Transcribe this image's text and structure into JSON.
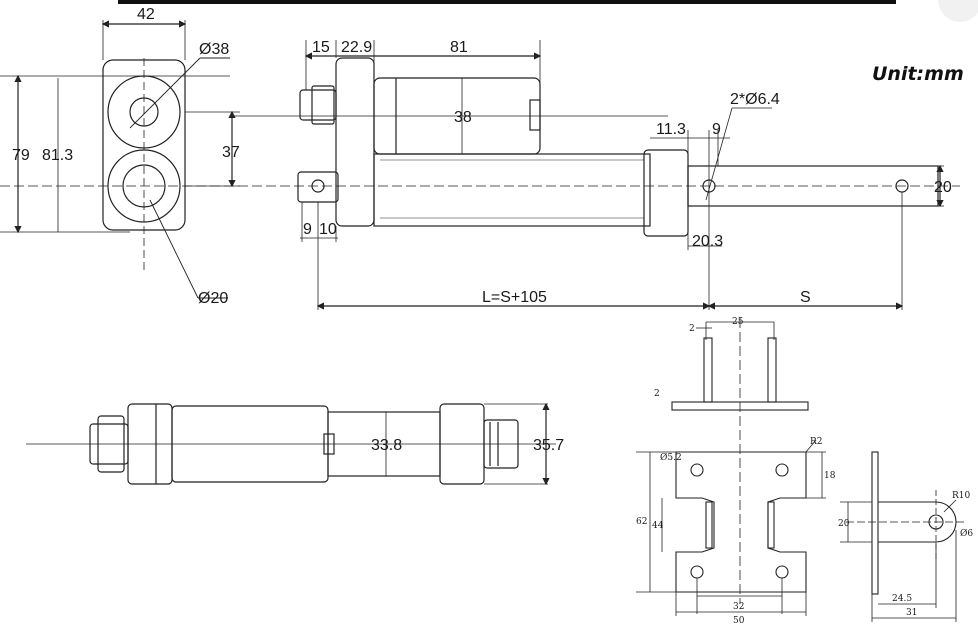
{
  "unit_label": "Unit:mm",
  "front_view": {
    "width": "42",
    "motor_dia": "Ø38",
    "height_total": "79",
    "height_outer": "81.3",
    "center_dist": "37",
    "rod_dia": "Ø20"
  },
  "side_view": {
    "d_15": "15",
    "d_22_9": "22.9",
    "d_81": "81",
    "motor_height": "38",
    "d_11_3": "11.3",
    "d_9": "9",
    "hole": "2*Ø6.4",
    "rod_height": "20",
    "d_9_left": "9",
    "d_10": "10",
    "d_20_3": "20.3",
    "length_formula": "L=S+105",
    "stroke": "S"
  },
  "bottom_view": {
    "body_dia": "33.8",
    "end_dia": "35.7"
  },
  "bracket_top": {
    "width": "25",
    "thick_top": "2",
    "thick_side": "2"
  },
  "bracket_plate": {
    "hole_dia": "Ø5.2",
    "radius": "R2",
    "d_18": "18",
    "d_62": "62",
    "d_44": "44",
    "d_32": "32",
    "d_50": "50"
  },
  "bracket_side": {
    "radius": "R10",
    "hole": "Ø6",
    "height": "20",
    "d_24_5": "24.5",
    "d_31": "31"
  }
}
